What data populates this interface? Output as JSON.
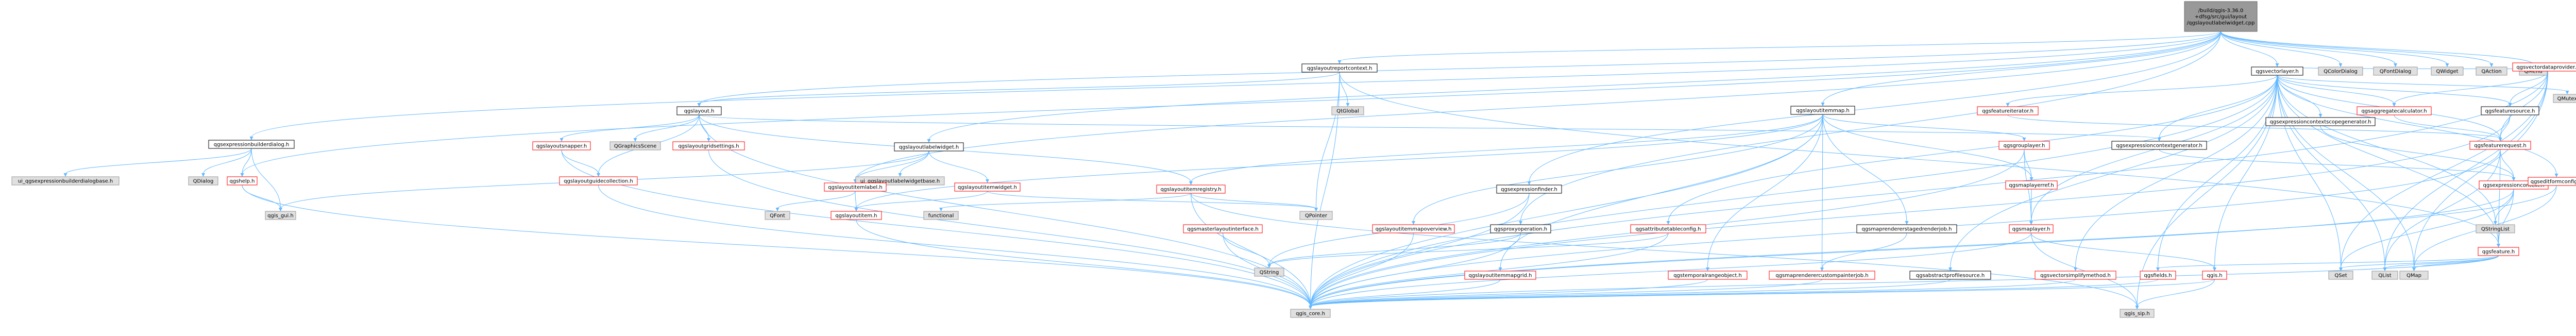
{
  "graph": {
    "nodes": [
      {
        "id": "root",
        "label": "/build/qgis-3.36.0\n+dfsg/src/gui/layout\n/qgslayoutlabelwidget.cpp",
        "style": "root"
      },
      {
        "id": "qgsvectorlayer",
        "label": "qgsvectorlayer.h",
        "style": "white"
      },
      {
        "id": "QColorDialog",
        "label": "QColorDialog",
        "style": "gray"
      },
      {
        "id": "QFontDialog",
        "label": "QFontDialog",
        "style": "gray"
      },
      {
        "id": "QWidget",
        "label": "QWidget",
        "style": "gray"
      },
      {
        "id": "QAction",
        "label": "QAction",
        "style": "gray"
      },
      {
        "id": "QMenu",
        "label": "QMenu",
        "style": "gray"
      },
      {
        "id": "qgslayoutreportcontext",
        "label": "qgslayoutreportcontext.h",
        "style": "white"
      },
      {
        "id": "qgsexpressioncontextscopegenerator",
        "label": "qgsexpressioncontextscopegenerator.h",
        "style": "white"
      },
      {
        "id": "qgsvectordataprovider",
        "label": "qgsvectordataprovider.h",
        "style": "red"
      },
      {
        "id": "QMutex",
        "label": "QMutex",
        "style": "gray"
      },
      {
        "id": "qgslayout",
        "label": "qgslayout.h",
        "style": "white"
      },
      {
        "id": "QtGlobal",
        "label": "QtGlobal",
        "style": "gray"
      },
      {
        "id": "qgslayoutitemmap",
        "label": "qgslayoutitemmap.h",
        "style": "white"
      },
      {
        "id": "qgsfeatureiterator",
        "label": "qgsfeatureiterator.h",
        "style": "red"
      },
      {
        "id": "qgsaggregatecalculator",
        "label": "qgsaggregatecalculator.h",
        "style": "red"
      },
      {
        "id": "qgsfeaturesource",
        "label": "qgsfeaturesource.h",
        "style": "white"
      },
      {
        "id": "qgsexpressionbuilderdialog",
        "label": "qgsexpressionbuilderdialog.h",
        "style": "white"
      },
      {
        "id": "qgslayoutsnapper",
        "label": "qgslayoutsnapper.h",
        "style": "red"
      },
      {
        "id": "QGraphicsScene",
        "label": "QGraphicsScene",
        "style": "gray"
      },
      {
        "id": "qgslayoutgridsettings",
        "label": "qgslayoutgridsettings.h",
        "style": "red"
      },
      {
        "id": "qgsgrouplayer",
        "label": "qgsgrouplayer.h",
        "style": "red"
      },
      {
        "id": "qgsexpressioncontextgenerator",
        "label": "qgsexpressioncontextgenerator.h",
        "style": "white"
      },
      {
        "id": "qgsfeaturerequest",
        "label": "qgsfeaturerequest.h",
        "style": "red"
      },
      {
        "id": "qgslayoutlabelwidget",
        "label": "qgslayoutlabelwidget.h",
        "style": "white"
      },
      {
        "id": "ui_qgsexpressionbuilderdialogbase",
        "label": "ui_qgsexpressionbuilderdialogbase.h",
        "style": "gray"
      },
      {
        "id": "QDialog",
        "label": "QDialog",
        "style": "gray"
      },
      {
        "id": "qgshelp",
        "label": "qgshelp.h",
        "style": "red"
      },
      {
        "id": "qgslayoutguidecollection",
        "label": "qgslayoutguidecollection.h",
        "style": "red"
      },
      {
        "id": "ui_qgslayoutlabelwidgetbase",
        "label": "ui_qgslayoutlabelwidgetbase.h",
        "style": "gray"
      },
      {
        "id": "qgslayoutitemlabel",
        "label": "qgslayoutitemlabel.h",
        "style": "red"
      },
      {
        "id": "qgslayoutitemwidget",
        "label": "qgslayoutitemwidget.h",
        "style": "red"
      },
      {
        "id": "qgslayoutitemregistry",
        "label": "qgslayoutitemregistry.h",
        "style": "red"
      },
      {
        "id": "qgsexpressionfinder",
        "label": "qgsexpressionfinder.h",
        "style": "white"
      },
      {
        "id": "qgsmaplayerref",
        "label": "qgsmaplayerref.h",
        "style": "red"
      },
      {
        "id": "qgsexpressioncontext",
        "label": "qgsexpressioncontext.h",
        "style": "red"
      },
      {
        "id": "qgseditformconfig",
        "label": "qgseditformconfig.h",
        "style": "red"
      },
      {
        "id": "qgis_gui",
        "label": "qgis_gui.h",
        "style": "gray"
      },
      {
        "id": "QFont",
        "label": "QFont",
        "style": "gray"
      },
      {
        "id": "qgslayoutitem",
        "label": "qgslayoutitem.h",
        "style": "red"
      },
      {
        "id": "functional",
        "label": "functional",
        "style": "gray"
      },
      {
        "id": "QPointer",
        "label": "QPointer",
        "style": "gray"
      },
      {
        "id": "qgsmasterlayoutinterface",
        "label": "qgsmasterlayoutinterface.h",
        "style": "red"
      },
      {
        "id": "qgslayoutitemmapoverview",
        "label": "qgslayoutitemmapoverview.h",
        "style": "red"
      },
      {
        "id": "qgsproxyoperation",
        "label": "qgsproxyoperation.h",
        "style": "white"
      },
      {
        "id": "qgsattributetableconfig",
        "label": "qgsattributetableconfig.h",
        "style": "red"
      },
      {
        "id": "qgsmaprendererstagedrenderjob",
        "label": "qgsmaprendererstagedrenderjob.h",
        "style": "white"
      },
      {
        "id": "qgsmaplayer",
        "label": "qgsmaplayer.h",
        "style": "red"
      },
      {
        "id": "QStringList",
        "label": "QStringList",
        "style": "gray"
      },
      {
        "id": "qgsfeature",
        "label": "qgsfeature.h",
        "style": "red"
      },
      {
        "id": "QString",
        "label": "QString",
        "style": "gray"
      },
      {
        "id": "qgslayoutitemmapgrid",
        "label": "qgslayoutitemmapgrid.h",
        "style": "red"
      },
      {
        "id": "qgstemporalrangeobject",
        "label": "qgstemporalrangeobject.h",
        "style": "red"
      },
      {
        "id": "qgsmaprenderercustompainterjob",
        "label": "qgsmaprenderercustompainterjob.h",
        "style": "red"
      },
      {
        "id": "qgsabstractprofilesource",
        "label": "qgsabstractprofilesource.h",
        "style": "white"
      },
      {
        "id": "qgsvectorsimplifymethod",
        "label": "qgsvectorsimplifymethod.h",
        "style": "red"
      },
      {
        "id": "qgsfields",
        "label": "qgsfields.h",
        "style": "red"
      },
      {
        "id": "qgis",
        "label": "qgis.h",
        "style": "red"
      },
      {
        "id": "QSet",
        "label": "QSet",
        "style": "gray"
      },
      {
        "id": "QList",
        "label": "QList",
        "style": "gray"
      },
      {
        "id": "QMap",
        "label": "QMap",
        "style": "gray"
      },
      {
        "id": "qgis_core",
        "label": "qgis_core.h",
        "style": "gray"
      },
      {
        "id": "qgis_sip",
        "label": "qgis_sip.h",
        "style": "gray"
      }
    ],
    "edges": [
      [
        "root",
        "qgsvectorlayer"
      ],
      [
        "root",
        "QColorDialog"
      ],
      [
        "root",
        "QFontDialog"
      ],
      [
        "root",
        "QWidget"
      ],
      [
        "root",
        "QAction"
      ],
      [
        "root",
        "QMenu"
      ],
      [
        "root",
        "qgslayoutreportcontext"
      ],
      [
        "root",
        "qgslayoutitemmap"
      ],
      [
        "root",
        "qgsexpressionbuilderdialog"
      ],
      [
        "root",
        "qgslayoutlabelwidget"
      ],
      [
        "root",
        "qgsexpressionfinder"
      ],
      [
        "root",
        "qgsproxyoperation"
      ],
      [
        "root",
        "qgslayout"
      ],
      [
        "root",
        "qgslayoutitemlabel"
      ],
      [
        "root",
        "qgshelp"
      ],
      [
        "qgsvectorlayer",
        "qgsexpressioncontextscopegenerator"
      ],
      [
        "qgsvectorlayer",
        "qgsvectordataprovider"
      ],
      [
        "qgsvectorlayer",
        "QMutex"
      ],
      [
        "qgsvectorlayer",
        "qgsfeatureiterator"
      ],
      [
        "qgsvectorlayer",
        "qgsaggregatecalculator"
      ],
      [
        "qgsvectorlayer",
        "qgsfeaturesource"
      ],
      [
        "qgsvectorlayer",
        "qgsexpressioncontextgenerator"
      ],
      [
        "qgsvectorlayer",
        "qgsfeaturerequest"
      ],
      [
        "qgsvectorlayer",
        "qgsmaplayer"
      ],
      [
        "qgsvectorlayer",
        "qgseditformconfig"
      ],
      [
        "qgsvectorlayer",
        "qgsattributetableconfig"
      ],
      [
        "qgsvectorlayer",
        "qgsabstractprofilesource"
      ],
      [
        "qgsvectorlayer",
        "qgsvectorsimplifymethod"
      ],
      [
        "qgsvectorlayer",
        "qgsfields"
      ],
      [
        "qgsvectorlayer",
        "qgsfeature"
      ],
      [
        "qgsvectorlayer",
        "QStringList"
      ],
      [
        "qgsvectorlayer",
        "QSet"
      ],
      [
        "qgsvectorlayer",
        "QList"
      ],
      [
        "qgsvectorlayer",
        "QMap"
      ],
      [
        "qgsvectorlayer",
        "qgis"
      ],
      [
        "qgsvectorlayer",
        "qgis_core"
      ],
      [
        "qgsvectorlayer",
        "qgis_sip"
      ],
      [
        "qgslayoutreportcontext",
        "QtGlobal"
      ],
      [
        "qgslayoutreportcontext",
        "qgslayout"
      ],
      [
        "qgslayoutreportcontext",
        "qgsfeature"
      ],
      [
        "qgslayoutreportcontext",
        "QPointer"
      ],
      [
        "qgslayoutreportcontext",
        "qgis_core"
      ],
      [
        "qgsexpressioncontextscopegenerator",
        "qgsexpressioncontext"
      ],
      [
        "qgsvectordataprovider",
        "qgsfeaturesource"
      ],
      [
        "qgsvectordataprovider",
        "qgsaggregatecalculator"
      ],
      [
        "qgsvectordataprovider",
        "qgsfeaturerequest"
      ],
      [
        "qgsvectordataprovider",
        "QList"
      ],
      [
        "qgsvectordataprovider",
        "QMap"
      ],
      [
        "qgsvectordataprovider",
        "QSet"
      ],
      [
        "qgsvectordataprovider",
        "qgis_core"
      ],
      [
        "qgslayout",
        "qgslayoutsnapper"
      ],
      [
        "qgslayout",
        "QGraphicsScene"
      ],
      [
        "qgslayout",
        "qgslayoutgridsettings"
      ],
      [
        "qgslayout",
        "qgslayoutguidecollection"
      ],
      [
        "qgslayout",
        "qgsexpressioncontextgenerator"
      ],
      [
        "qgslayout",
        "qgslayoutitemregistry"
      ],
      [
        "qgslayout",
        "qgis_core"
      ],
      [
        "qgslayoutitemmap",
        "qgslayoutitemregistry"
      ],
      [
        "qgslayoutitemmap",
        "qgslayoutitem"
      ],
      [
        "qgslayoutitemmap",
        "qgsmaplayerref"
      ],
      [
        "qgslayoutitemmap",
        "qgsgrouplayer"
      ],
      [
        "qgslayoutitemmap",
        "qgslayoutitemmapoverview"
      ],
      [
        "qgslayoutitemmap",
        "qgslayoutitemmapgrid"
      ],
      [
        "qgslayoutitemmap",
        "qgstemporalrangeobject"
      ],
      [
        "qgslayoutitemmap",
        "qgsmaprenderercustompainterjob"
      ],
      [
        "qgslayoutitemmap",
        "qgsmaprendererstagedrenderjob"
      ],
      [
        "qgslayoutitemmap",
        "qgis_core"
      ],
      [
        "qgsfeatureiterator",
        "qgsfeaturerequest"
      ],
      [
        "qgsaggregatecalculator",
        "qgsfeaturerequest"
      ],
      [
        "qgsfeaturesource",
        "qgsfeaturerequest"
      ],
      [
        "qgsfeaturesource",
        "qgis_core"
      ],
      [
        "qgsexpressionbuilderdialog",
        "ui_qgsexpressionbuilderdialogbase"
      ],
      [
        "qgsexpressionbuilderdialog",
        "QDialog"
      ],
      [
        "qgsexpressionbuilderdialog",
        "qgshelp"
      ],
      [
        "qgsexpressionbuilderdialog",
        "qgis_gui"
      ],
      [
        "qgslayoutsnapper",
        "qgslayoutguidecollection"
      ],
      [
        "qgslayoutsnapper",
        "qgis_core"
      ],
      [
        "qgslayoutgridsettings",
        "qgis_core"
      ],
      [
        "qgsgrouplayer",
        "qgsmaplayer"
      ],
      [
        "qgsgrouplayer",
        "qgsmaplayerref"
      ],
      [
        "qgsgrouplayer",
        "qgis_core"
      ],
      [
        "qgsexpressioncontextgenerator",
        "qgsexpressioncontext"
      ],
      [
        "qgsfeaturerequest",
        "qgsfeature"
      ],
      [
        "qgsfeaturerequest",
        "qgsexpressioncontext"
      ],
      [
        "qgsfeaturerequest",
        "QList"
      ],
      [
        "qgsfeaturerequest",
        "qgis_core"
      ],
      [
        "qgslayoutlabelwidget",
        "ui_qgslayoutlabelwidgetbase"
      ],
      [
        "qgslayoutlabelwidget",
        "qgslayoutitemlabel"
      ],
      [
        "qgslayoutlabelwidget",
        "qgslayoutitemwidget"
      ],
      [
        "qgslayoutlabelwidget",
        "qgis_gui"
      ],
      [
        "qgshelp",
        "qgis_gui"
      ],
      [
        "qgshelp",
        "qgis_core"
      ],
      [
        "qgslayoutguidecollection",
        "qgis_core"
      ],
      [
        "qgslayoutitemlabel",
        "qgslayoutitem"
      ],
      [
        "qgslayoutitemlabel",
        "QFont"
      ],
      [
        "qgslayoutitemwidget",
        "qgslayoutitem"
      ],
      [
        "qgslayoutitemwidget",
        "QPointer"
      ],
      [
        "qgslayoutitemregistry",
        "qgis_core"
      ],
      [
        "qgslayoutitemregistry",
        "functional"
      ],
      [
        "qgslayoutitemregistry",
        "QPointer"
      ],
      [
        "qgslayoutitemregistry",
        "qgis_sip"
      ],
      [
        "qgsexpressionfinder",
        "QString"
      ],
      [
        "qgsexpressionfinder",
        "qgis_core"
      ],
      [
        "qgsmaplayerref",
        "qgsmaplayer"
      ],
      [
        "qgsexpressioncontext",
        "QStringList"
      ],
      [
        "qgsexpressioncontext",
        "QSet"
      ],
      [
        "qgsexpressioncontext",
        "qgsfeature"
      ],
      [
        "qgsexpressioncontext",
        "qgis_core"
      ],
      [
        "qgseditformconfig",
        "QMap"
      ],
      [
        "qgseditformconfig",
        "qgis_core"
      ],
      [
        "qgslayoutitem",
        "qgis_core"
      ],
      [
        "qgsmasterlayoutinterface",
        "QString"
      ],
      [
        "qgsmasterlayoutinterface",
        "qgis_core"
      ],
      [
        "qgslayoutitemmapoverview",
        "qgis_core"
      ],
      [
        "qgsproxyoperation",
        "QString"
      ],
      [
        "qgsproxyoperation",
        "qgis_core"
      ],
      [
        "qgsattributetableconfig",
        "QString"
      ],
      [
        "qgsattributetableconfig",
        "qgis_core"
      ],
      [
        "qgsmaprendererstagedrenderjob",
        "qgsmaprenderercustompainterjob"
      ],
      [
        "qgsmaplayer",
        "qgis"
      ],
      [
        "qgsmaplayer",
        "qgis_core"
      ],
      [
        "qgsmaplayer",
        "qgis_sip"
      ],
      [
        "qgsfeature",
        "QSet"
      ],
      [
        "qgsfeature",
        "QList"
      ],
      [
        "qgsfeature",
        "QMap"
      ],
      [
        "qgsfeature",
        "qgsfields"
      ],
      [
        "qgsfeature",
        "qgis_core"
      ],
      [
        "qgslayoutitemmapgrid",
        "qgis_core"
      ],
      [
        "qgstemporalrangeobject",
        "qgis_core"
      ],
      [
        "qgsmaprenderercustompainterjob",
        "qgis_core"
      ],
      [
        "qgsabstractprofilesource",
        "qgis_core"
      ],
      [
        "qgsvectorsimplifymethod",
        "qgis_core"
      ],
      [
        "qgsfields",
        "qgis_core"
      ],
      [
        "qgis",
        "qgis_core"
      ],
      [
        "qgis",
        "qgis_sip"
      ]
    ]
  },
  "colors": {
    "edge": "#63b8ff",
    "node_fill": "#ffffff",
    "node_border": "#000000",
    "gray_fill": "#e0e0e0",
    "gray_border": "#999999",
    "red_border": "#ff0000",
    "root_fill": "#999999",
    "root_border": "#666666"
  }
}
